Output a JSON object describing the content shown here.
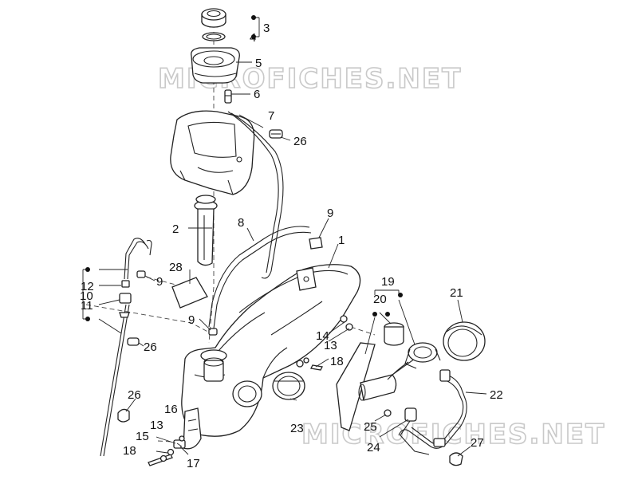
{
  "watermarks": [
    "MICROFICHES.NET",
    "MICROFICHES.NET"
  ],
  "callouts": {
    "c1": "1",
    "c2": "2",
    "c3": "3",
    "c4": "4",
    "c5": "5",
    "c6": "6",
    "c7": "7",
    "c8": "8",
    "c9a": "9",
    "c9b": "9",
    "c9c": "9",
    "c10": "10",
    "c11": "11",
    "c12": "12",
    "c13a": "13",
    "c13b": "13",
    "c14": "14",
    "c15": "15",
    "c16": "16",
    "c17": "17",
    "c18a": "18",
    "c18b": "18",
    "c19": "19",
    "c20": "20",
    "c21": "21",
    "c22": "22",
    "c23": "23",
    "c24": "24",
    "c25": "25",
    "c26a": "26",
    "c26b": "26",
    "c26c": "26",
    "c27": "27",
    "c28": "28"
  }
}
